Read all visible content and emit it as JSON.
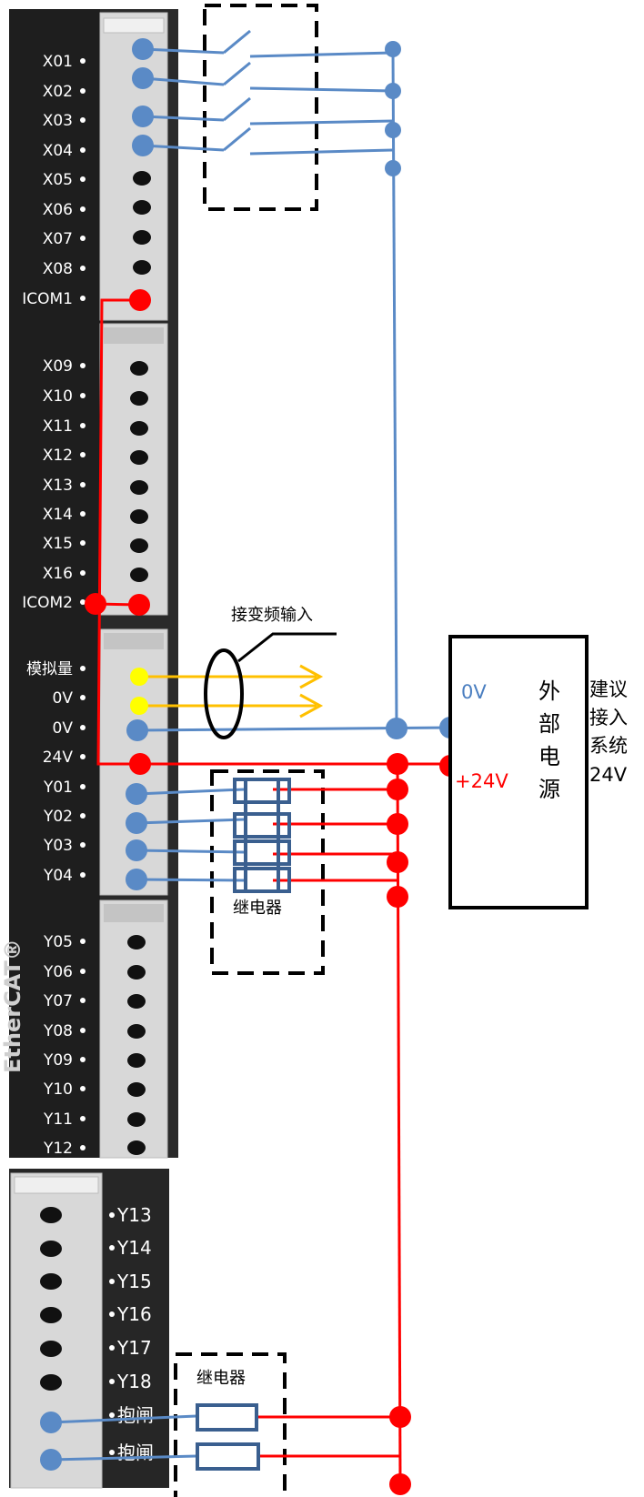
{
  "module_labels": {
    "upper_inputs_1": [
      "X01",
      "X02",
      "X03",
      "X04",
      "X05",
      "X06",
      "X07",
      "X08",
      "ICOM1"
    ],
    "upper_inputs_2": [
      "X09",
      "X10",
      "X11",
      "X12",
      "X13",
      "X14",
      "X15",
      "X16",
      "ICOM2"
    ],
    "analog_power_and_outputs": [
      "模拟量",
      "0V",
      "0V",
      "24V",
      "Y01",
      "Y02",
      "Y03",
      "Y04"
    ],
    "upper_outputs_2": [
      "Y05",
      "Y06",
      "Y07",
      "Y08",
      "Y09",
      "Y10",
      "Y11",
      "Y12"
    ],
    "lower_outputs": [
      "Y13",
      "Y14",
      "Y15",
      "Y16",
      "Y17",
      "Y18",
      "抱闸",
      "抱闸"
    ]
  },
  "annotations": {
    "inverter_input": "接变频输入",
    "relay_upper": "继电器",
    "relay_lower": "继电器",
    "supply_0v": "0V",
    "supply_plus24v": "+24V",
    "external_supply_chars": [
      "外",
      "部",
      "电",
      "源"
    ],
    "recommendation_lines": [
      "建议",
      "接入",
      "系统",
      "24V"
    ],
    "brand_side": "EtherCAT®"
  },
  "colors": {
    "blue_wire": "#5a8ac6",
    "red_wire": "#ff0000",
    "yellow_wire": "#ffc000",
    "analog_dot": "#ffff00",
    "terminal_body": "#d9d9d9",
    "module_dark": "#262626",
    "blue_text": "#4a7ec0",
    "red_text": "#ff0000",
    "relay_outline": "#3a5f8f",
    "dashed_box": "#000000"
  }
}
